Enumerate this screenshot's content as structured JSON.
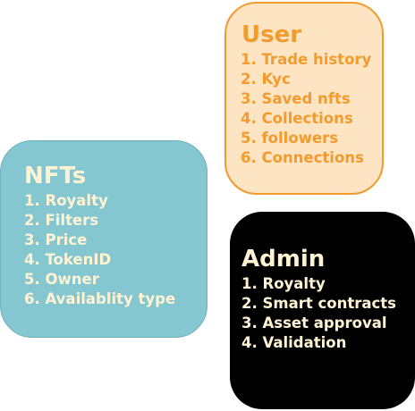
{
  "user": {
    "title": "User",
    "items": [
      "1. Trade history",
      "2. Kyc",
      "3. Saved nfts",
      "4. Collections",
      "5. followers",
      "6. Connections"
    ]
  },
  "nfts": {
    "title": "NFTs",
    "items": [
      "1. Royalty",
      "2. Filters",
      "3. Price",
      "4. TokenID",
      "5. Owner",
      "6. Availablity type"
    ]
  },
  "admin": {
    "title": "Admin",
    "items": [
      "1. Royalty",
      "2. Smart contracts",
      "3. Asset approval",
      "4. Validation"
    ]
  },
  "colors": {
    "user_fill": "#fde4c3",
    "user_accent": "#f29b2f",
    "nfts_fill": "#84c7d0",
    "admin_fill": "#000000",
    "light_text": "#fff3d4"
  }
}
